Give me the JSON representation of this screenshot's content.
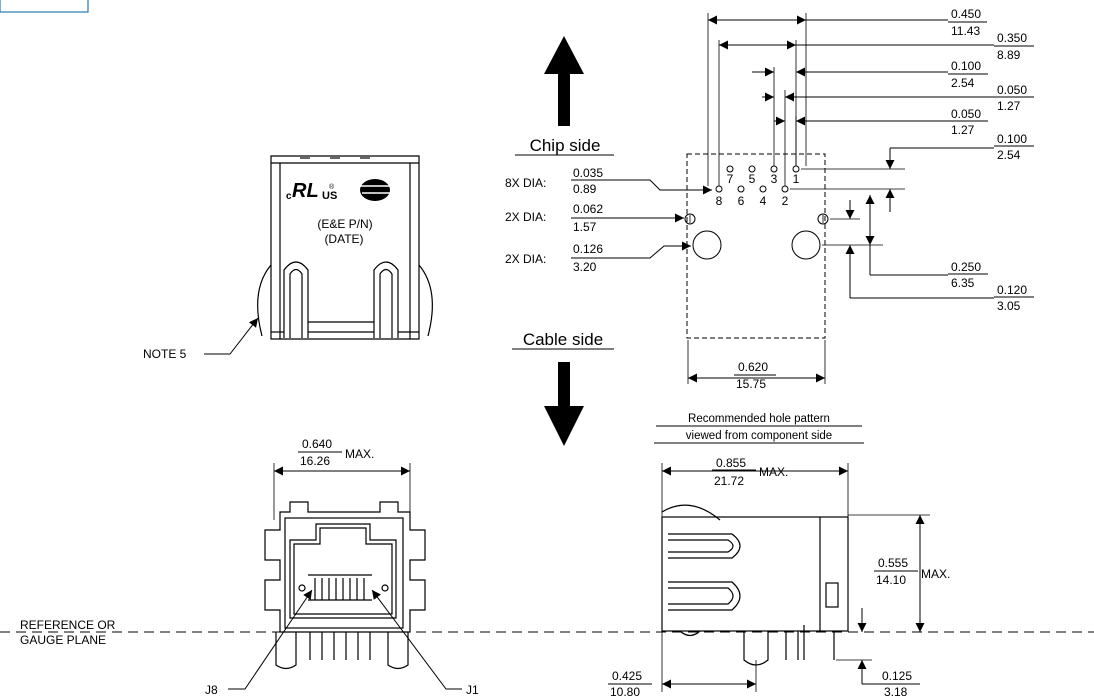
{
  "top_left_box": "",
  "labels": {
    "chip_side": "Chip side",
    "cable_side": "Cable side",
    "note5": "NOTE 5",
    "ref_plane_1": "REFERENCE OR",
    "ref_plane_2": "GAUGE PLANE",
    "j8": "J8",
    "j1": "J1",
    "part_num": "(E&E P/N)",
    "date": "(DATE)",
    "cert_c": "c",
    "cert_us": "US",
    "recommended_1": "Recommended hole pattern",
    "recommended_2": "viewed from component side",
    "max": "MAX."
  },
  "pins_top_row": [
    "7",
    "5",
    "3",
    "1"
  ],
  "pins_bottom_row": [
    "8",
    "6",
    "4",
    "2"
  ],
  "holes": [
    {
      "prefix": "8X  DIA:",
      "in": "0.035",
      "mm": "0.89"
    },
    {
      "prefix": "2X  DIA:",
      "in": "0.062",
      "mm": "1.57"
    },
    {
      "prefix": "2X  DIA:",
      "in": "0.126",
      "mm": "3.20"
    }
  ],
  "dims": {
    "d450": {
      "in": "0.450",
      "mm": "11.43"
    },
    "d350": {
      "in": "0.350",
      "mm": "8.89"
    },
    "d100a": {
      "in": "0.100",
      "mm": "2.54"
    },
    "d050a": {
      "in": "0.050",
      "mm": "1.27"
    },
    "d050b": {
      "in": "0.050",
      "mm": "1.27"
    },
    "d100b": {
      "in": "0.100",
      "mm": "2.54"
    },
    "d250": {
      "in": "0.250",
      "mm": "6.35"
    },
    "d120": {
      "in": "0.120",
      "mm": "3.05"
    },
    "d620": {
      "in": "0.620",
      "mm": "15.75"
    },
    "d640": {
      "in": "0.640",
      "mm": "16.26"
    },
    "d855": {
      "in": "0.855",
      "mm": "21.72"
    },
    "d555": {
      "in": "0.555",
      "mm": "14.10"
    },
    "d425": {
      "in": "0.425",
      "mm": "10.80"
    },
    "d125": {
      "in": "0.125",
      "mm": "3.18"
    }
  }
}
